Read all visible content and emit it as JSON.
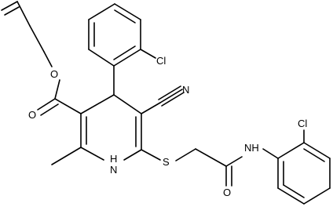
{
  "molecule": {
    "labels": {
      "ester_o": "O",
      "carbonyl_o": "O",
      "cl_top": "Cl",
      "nitrile_n": "N",
      "nh_ring": "H",
      "nh_ring_n": "N",
      "s": "S",
      "amide_o": "O",
      "amide_nh": "NH",
      "cl_right": "Cl"
    }
  }
}
